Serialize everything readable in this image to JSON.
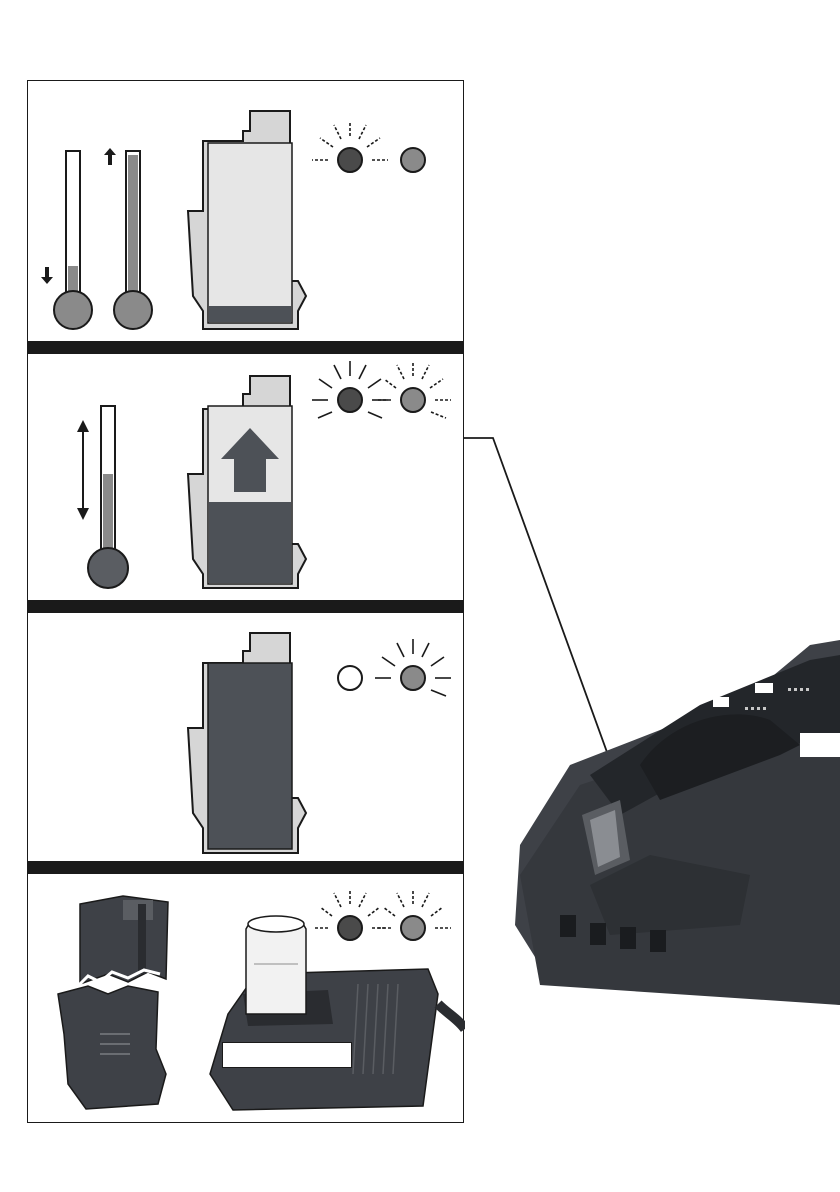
{
  "colors": {
    "ink": "#1a1a1a",
    "led_red": "#4a4a4a",
    "led_green": "#8a8a8a",
    "battery_fill": "#4d5157",
    "battery_body": "#d6d6d6",
    "charger_dark": "#3e4147"
  },
  "panels": [
    {
      "id": "temperature-out-of-range",
      "red_led": "blinking",
      "green_led": "off-gray",
      "battery_charge": 0.1
    },
    {
      "id": "charging",
      "red_led": "on",
      "green_led": "blinking",
      "battery_charge": 0.5
    },
    {
      "id": "fully-charged",
      "red_led": "off",
      "green_led": "on",
      "battery_charge": 1.0
    },
    {
      "id": "battery-defective",
      "red_led": "blinking",
      "green_led": "blinking",
      "battery_charge": 0
    }
  ],
  "charger_label": ""
}
